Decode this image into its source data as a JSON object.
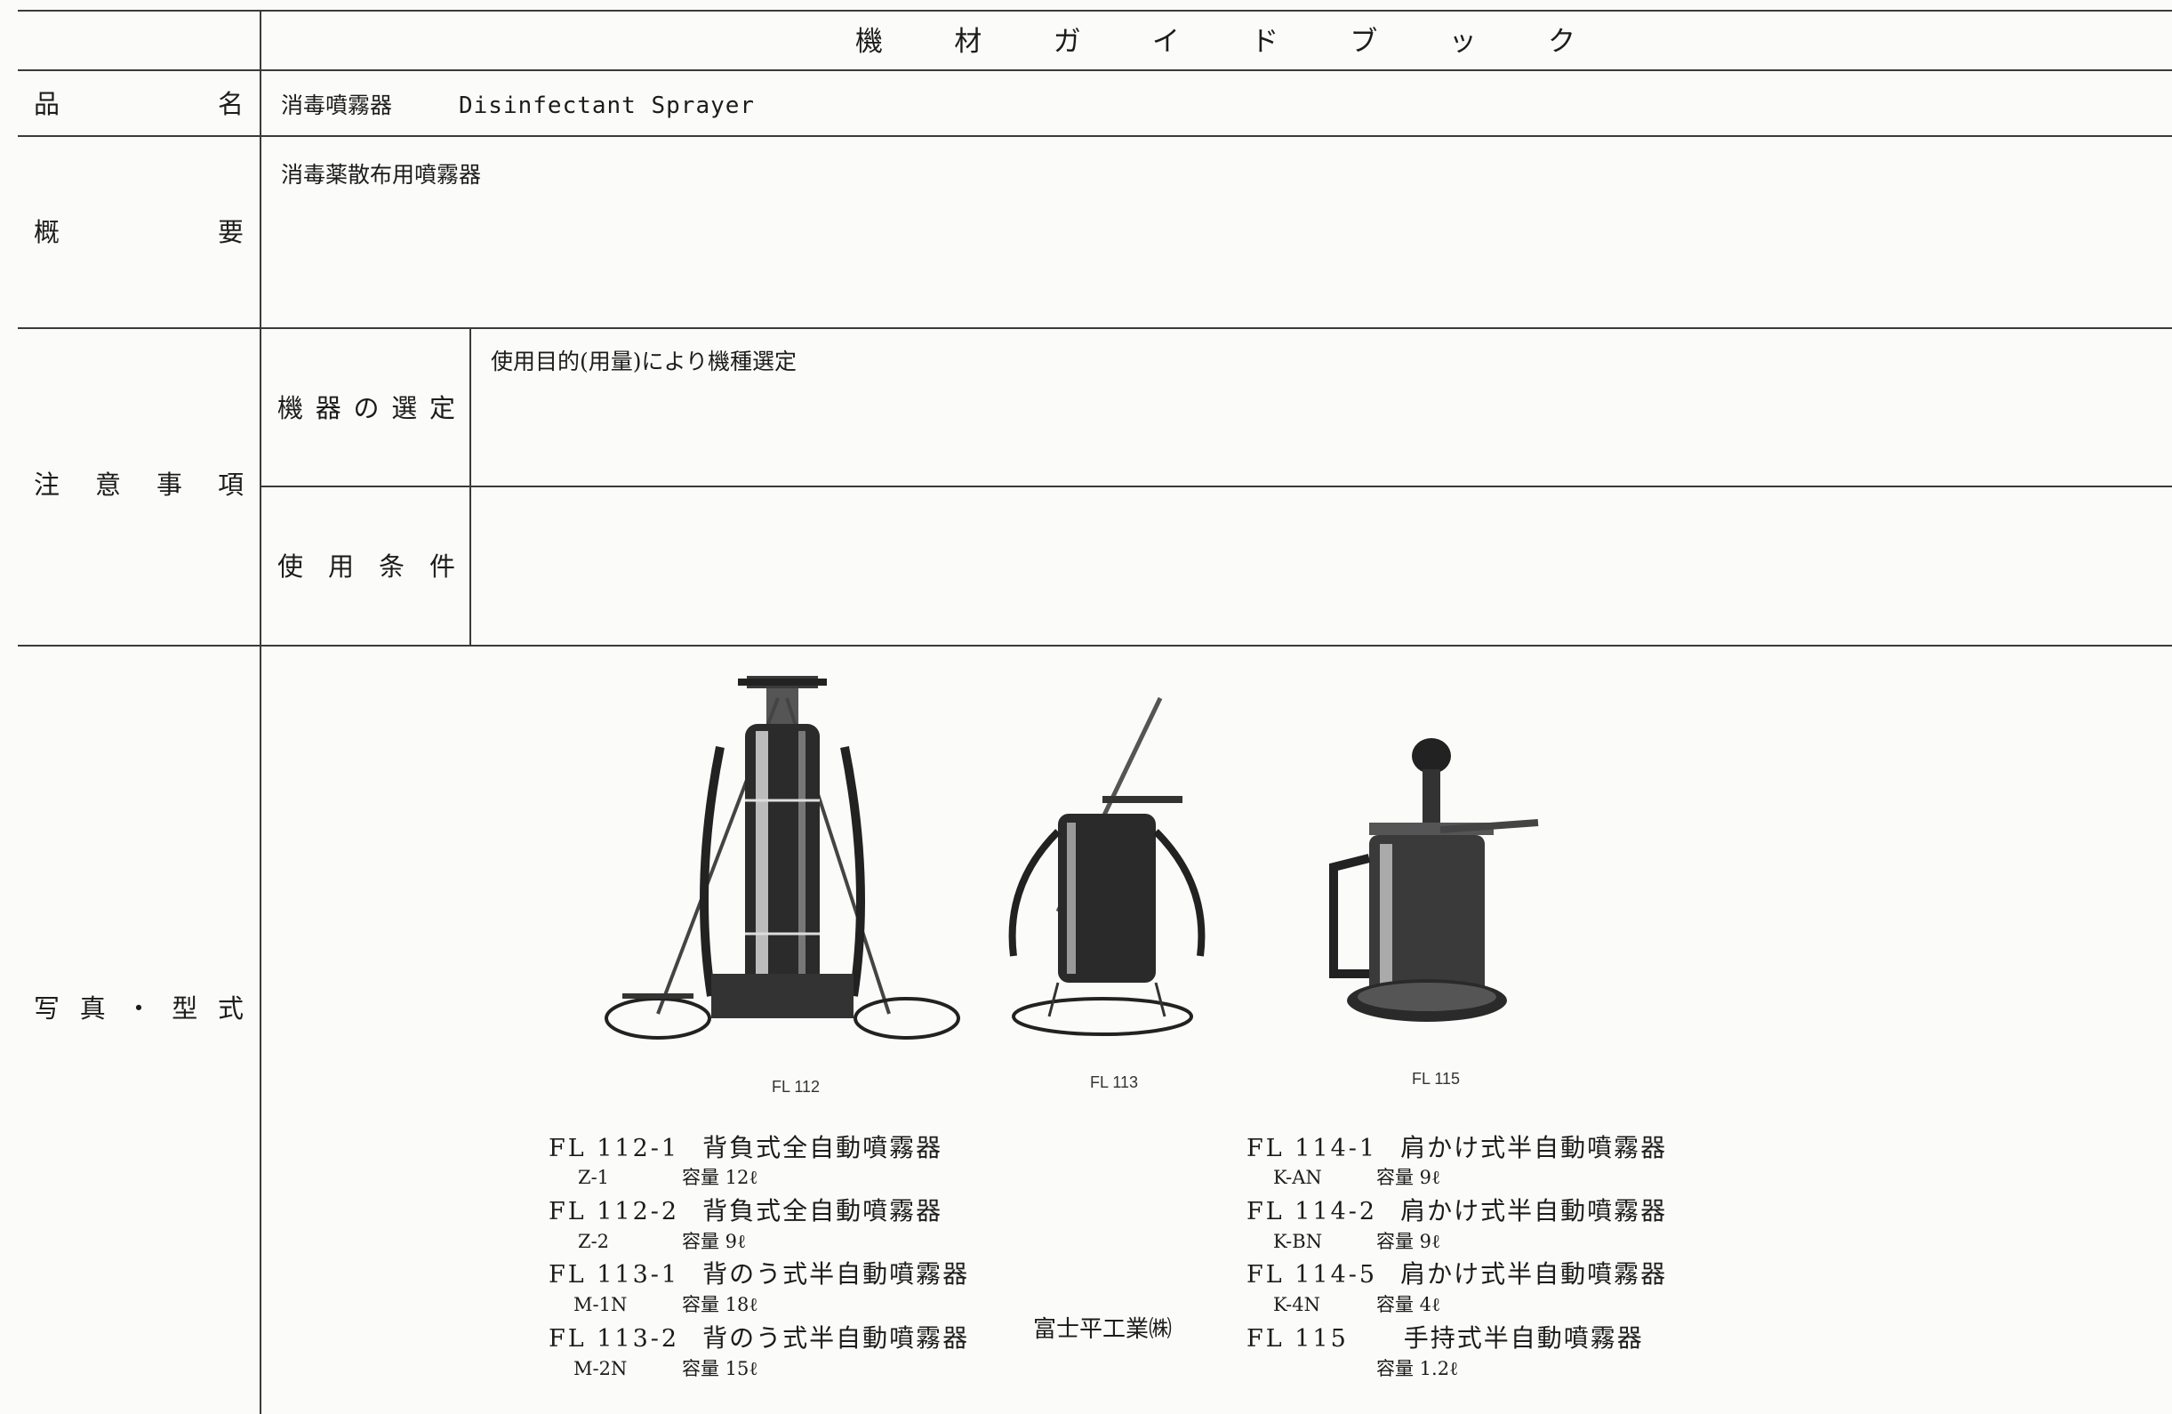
{
  "header": {
    "title": [
      "機",
      "材",
      "ガ",
      "イ",
      "ド",
      "ブ",
      "ッ",
      "ク"
    ]
  },
  "row_name": {
    "label": [
      "品",
      "名"
    ],
    "jp": "消毒噴霧器",
    "en": "Disinfectant Sprayer"
  },
  "row_summary": {
    "label": [
      "概",
      "要"
    ],
    "text": "消毒薬散布用噴霧器"
  },
  "row_notes": {
    "label": [
      "注",
      "意",
      "事",
      "項"
    ],
    "selection": {
      "label": [
        "機",
        "器",
        "の",
        "選",
        "定"
      ],
      "text": "使用目的(用量)により機種選定"
    },
    "conditions": {
      "label": [
        "使",
        "用",
        "条",
        "件"
      ],
      "text": ""
    }
  },
  "row_photo": {
    "label": [
      "写",
      "真",
      "・",
      "型",
      "式"
    ],
    "captions": [
      "FL 112",
      "FL 113",
      "FL 115"
    ],
    "manufacturer": "富士平工業㈱",
    "models_left": [
      {
        "code": "FL 112-1",
        "desc": "背負式全自動噴霧器",
        "sub": "Z-1",
        "cap": "容量 12ℓ"
      },
      {
        "code": "FL 112-2",
        "desc": "背負式全自動噴霧器",
        "sub": "Z-2",
        "cap": "容量 9ℓ"
      },
      {
        "code": "FL 113-1",
        "desc": "背のう式半自動噴霧器",
        "sub": "M-1N",
        "cap": "容量 18ℓ"
      },
      {
        "code": "FL 113-2",
        "desc": "背のう式半自動噴霧器",
        "sub": "M-2N",
        "cap": "容量 15ℓ"
      }
    ],
    "models_right": [
      {
        "code": "FL 114-1",
        "desc": "肩かけ式半自動噴霧器",
        "sub": "K-AN",
        "cap": "容量 9ℓ"
      },
      {
        "code": "FL 114-2",
        "desc": "肩かけ式半自動噴霧器",
        "sub": "K-BN",
        "cap": "容量 9ℓ"
      },
      {
        "code": "FL 114-5",
        "desc": "肩かけ式半自動噴霧器",
        "sub": "K-4N",
        "cap": "容量 4ℓ"
      },
      {
        "code": "FL 115",
        "desc": "手持式半自動噴霧器",
        "sub": "",
        "cap": "容量 1.2ℓ"
      }
    ]
  }
}
